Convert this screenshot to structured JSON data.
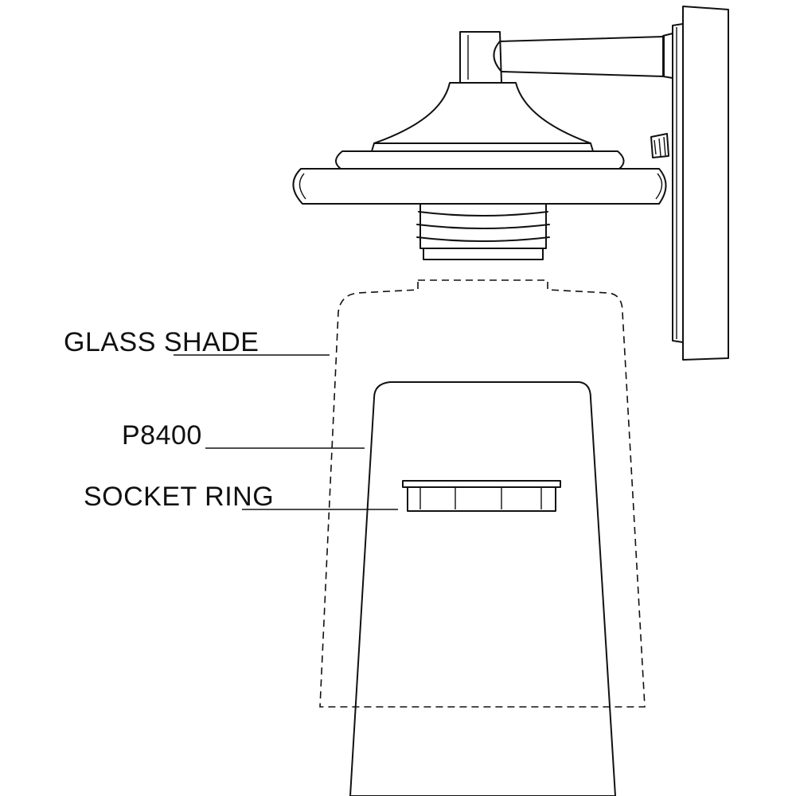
{
  "labels": {
    "glass_shade": "GLASS SHADE",
    "p8400": "P8400",
    "socket_ring": "SOCKET RING"
  },
  "colors": {
    "line": "#111111",
    "background": "#ffffff"
  }
}
